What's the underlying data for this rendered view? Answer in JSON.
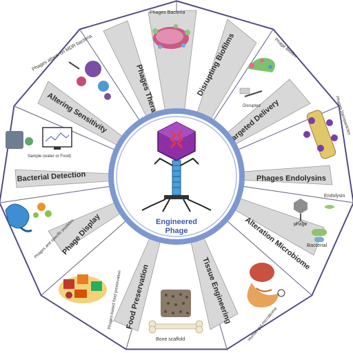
{
  "center": {
    "line1": "Engineered",
    "line2": "Phage"
  },
  "colors": {
    "outer_border": "#3a2f78",
    "sector_white": "#ffffff",
    "sector_grey": "#d8d8d8",
    "ring": "#7d97d1",
    "ring_inner": "#ffffff",
    "phage_head": "#8e2fa6",
    "phage_tail": "#4aa0d8",
    "dna": "#e83a3a"
  },
  "sectors": [
    {
      "label": "Phages Therapy",
      "caption": "Phages Bacteria",
      "icon": "bacteria-blob-icon"
    },
    {
      "label": "Disrupting Biofilms",
      "caption": "Phage Biofilm",
      "icon": "biofilm-icon"
    },
    {
      "label": "Targeted Delivery",
      "caption": "Phages Nanoparticles",
      "icon": "nanoparticle-rod-icon"
    },
    {
      "label": "Phages Endolysins",
      "caption": "Endolysin",
      "icon": "endolysin-icon"
    },
    {
      "label": "Alteration Microbiome",
      "caption": "Bacterial",
      "icon": "microbiome-icon"
    },
    {
      "label": "Tissue Engineering",
      "caption": "Human gut microbiome",
      "icon": "gut-organs-icon"
    },
    {
      "label": "Food Preservation",
      "caption": "Bone scaffold",
      "icon": "bone-scaffold-icon"
    },
    {
      "label": "Phage Display",
      "caption": "Phages-based food preservation",
      "icon": "food-plate-icon"
    },
    {
      "label": "Bacterial Detection",
      "caption": "Phages and specific peptides",
      "icon": "peptide-display-icon"
    },
    {
      "label": "Altering Sensitivity",
      "caption": "Sample (water or Food)",
      "icon": "detection-monitor-icon"
    },
    {
      "label": "Phages attack on MDR bacteria",
      "caption": "",
      "icon": "mdr-attack-icon"
    }
  ],
  "captions_extra": {
    "phage": "phage",
    "disrupted": "Disrupted"
  }
}
